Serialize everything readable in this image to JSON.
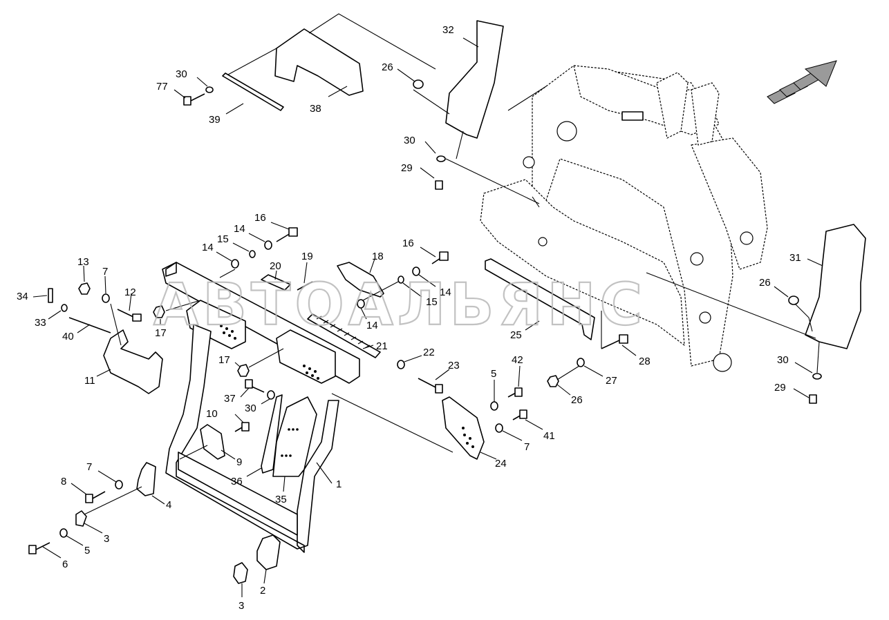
{
  "watermark": "АВТОАЛЬЯНС",
  "callouts": [
    {
      "id": "c1",
      "label": "1"
    },
    {
      "id": "c2",
      "label": "2"
    },
    {
      "id": "c3a",
      "label": "3"
    },
    {
      "id": "c3b",
      "label": "3"
    },
    {
      "id": "c4",
      "label": "4"
    },
    {
      "id": "c5a",
      "label": "5"
    },
    {
      "id": "c5b",
      "label": "5"
    },
    {
      "id": "c6",
      "label": "6"
    },
    {
      "id": "c7a",
      "label": "7"
    },
    {
      "id": "c7b",
      "label": "7"
    },
    {
      "id": "c7c",
      "label": "7"
    },
    {
      "id": "c8",
      "label": "8"
    },
    {
      "id": "c9",
      "label": "9"
    },
    {
      "id": "c10",
      "label": "10"
    },
    {
      "id": "c11",
      "label": "11"
    },
    {
      "id": "c12",
      "label": "12"
    },
    {
      "id": "c13",
      "label": "13"
    },
    {
      "id": "c14a",
      "label": "14"
    },
    {
      "id": "c14b",
      "label": "14"
    },
    {
      "id": "c14c",
      "label": "14"
    },
    {
      "id": "c14d",
      "label": "14"
    },
    {
      "id": "c15a",
      "label": "15"
    },
    {
      "id": "c15b",
      "label": "15"
    },
    {
      "id": "c16a",
      "label": "16"
    },
    {
      "id": "c16b",
      "label": "16"
    },
    {
      "id": "c17a",
      "label": "17"
    },
    {
      "id": "c17b",
      "label": "17"
    },
    {
      "id": "c18",
      "label": "18"
    },
    {
      "id": "c19",
      "label": "19"
    },
    {
      "id": "c20",
      "label": "20"
    },
    {
      "id": "c21",
      "label": "21"
    },
    {
      "id": "c22",
      "label": "22"
    },
    {
      "id": "c23",
      "label": "23"
    },
    {
      "id": "c24",
      "label": "24"
    },
    {
      "id": "c25",
      "label": "25"
    },
    {
      "id": "c26a",
      "label": "26"
    },
    {
      "id": "c26b",
      "label": "26"
    },
    {
      "id": "c26c",
      "label": "26"
    },
    {
      "id": "c27",
      "label": "27"
    },
    {
      "id": "c28",
      "label": "28"
    },
    {
      "id": "c29a",
      "label": "29"
    },
    {
      "id": "c29b",
      "label": "29"
    },
    {
      "id": "c30a",
      "label": "30"
    },
    {
      "id": "c30b",
      "label": "30"
    },
    {
      "id": "c30c",
      "label": "30"
    },
    {
      "id": "c30d",
      "label": "30"
    },
    {
      "id": "c31",
      "label": "31"
    },
    {
      "id": "c32",
      "label": "32"
    },
    {
      "id": "c33",
      "label": "33"
    },
    {
      "id": "c34",
      "label": "34"
    },
    {
      "id": "c35",
      "label": "35"
    },
    {
      "id": "c36",
      "label": "36"
    },
    {
      "id": "c37",
      "label": "37"
    },
    {
      "id": "c38",
      "label": "38"
    },
    {
      "id": "c39",
      "label": "39"
    },
    {
      "id": "c40",
      "label": "40"
    },
    {
      "id": "c41",
      "label": "41"
    },
    {
      "id": "c42",
      "label": "42"
    },
    {
      "id": "c77",
      "label": "77"
    }
  ]
}
